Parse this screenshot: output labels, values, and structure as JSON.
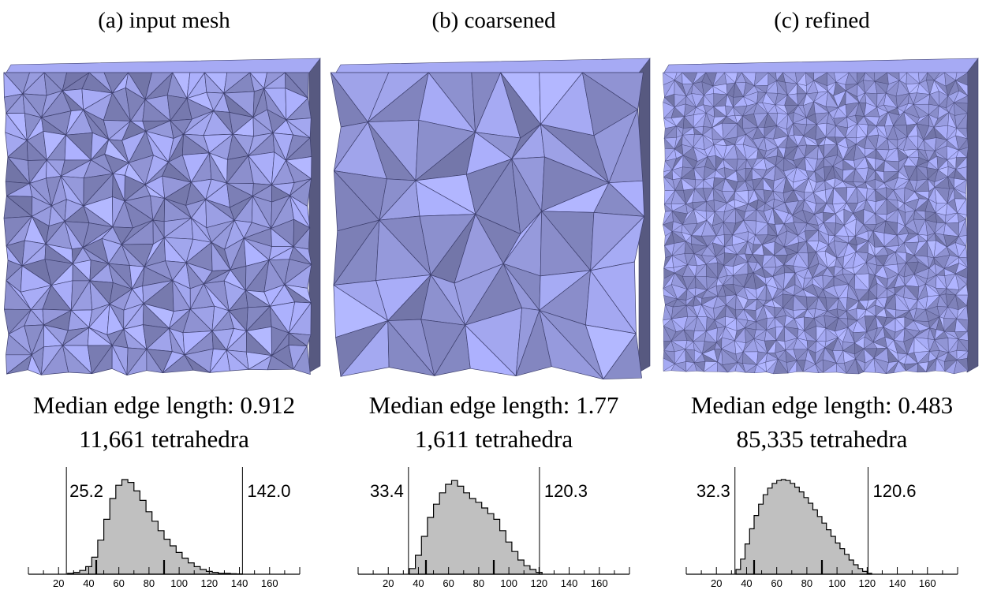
{
  "panels": [
    {
      "title": "(a) input mesh",
      "caption_edge": "Median edge length: 0.912",
      "caption_count": "11,661 tetrahedra",
      "mesh_density": "medium",
      "histogram": {
        "min_angle_label": "25.2",
        "max_angle_label": "142.0",
        "min_angle": 25.2,
        "max_angle": 142.0,
        "bins": [
          [
            26,
            0.01
          ],
          [
            30,
            0.02
          ],
          [
            34,
            0.04
          ],
          [
            38,
            0.08
          ],
          [
            42,
            0.18
          ],
          [
            46,
            0.36
          ],
          [
            50,
            0.58
          ],
          [
            54,
            0.8
          ],
          [
            58,
            0.94
          ],
          [
            62,
            1.0
          ],
          [
            66,
            0.97
          ],
          [
            70,
            0.88
          ],
          [
            74,
            0.78
          ],
          [
            78,
            0.66
          ],
          [
            82,
            0.56
          ],
          [
            86,
            0.46
          ],
          [
            90,
            0.37
          ],
          [
            94,
            0.3
          ],
          [
            98,
            0.23
          ],
          [
            102,
            0.17
          ],
          [
            106,
            0.12
          ],
          [
            110,
            0.08
          ],
          [
            114,
            0.05
          ],
          [
            118,
            0.03
          ],
          [
            122,
            0.02
          ],
          [
            126,
            0.01
          ],
          [
            130,
            0.01
          ],
          [
            134,
            0.005
          ],
          [
            138,
            0.003
          ]
        ]
      }
    },
    {
      "title": "(b) coarsened",
      "caption_edge": "Median edge length: 1.77",
      "caption_count": "1,611 tetrahedra",
      "mesh_density": "coarse",
      "histogram": {
        "min_angle_label": "33.4",
        "max_angle_label": "120.3",
        "min_angle": 33.4,
        "max_angle": 120.3,
        "bins": [
          [
            34,
            0.06
          ],
          [
            38,
            0.2
          ],
          [
            42,
            0.4
          ],
          [
            46,
            0.6
          ],
          [
            50,
            0.74
          ],
          [
            54,
            0.86
          ],
          [
            58,
            0.95
          ],
          [
            62,
            0.99
          ],
          [
            66,
            0.93
          ],
          [
            70,
            0.86
          ],
          [
            74,
            0.8
          ],
          [
            78,
            0.76
          ],
          [
            82,
            0.7
          ],
          [
            86,
            0.64
          ],
          [
            90,
            0.58
          ],
          [
            94,
            0.46
          ],
          [
            98,
            0.34
          ],
          [
            102,
            0.24
          ],
          [
            106,
            0.15
          ],
          [
            110,
            0.09
          ],
          [
            114,
            0.05
          ],
          [
            118,
            0.02
          ]
        ]
      }
    },
    {
      "title": "(c) refined",
      "caption_edge": "Median edge length: 0.483",
      "caption_count": "85,335 tetrahedra",
      "mesh_density": "fine",
      "histogram": {
        "min_angle_label": "32.3",
        "max_angle_label": "120.6",
        "min_angle": 32.3,
        "max_angle": 120.6,
        "bins": [
          [
            33,
            0.05
          ],
          [
            36,
            0.16
          ],
          [
            39,
            0.32
          ],
          [
            42,
            0.48
          ],
          [
            45,
            0.62
          ],
          [
            48,
            0.74
          ],
          [
            51,
            0.84
          ],
          [
            54,
            0.91
          ],
          [
            57,
            0.96
          ],
          [
            60,
            0.99
          ],
          [
            63,
            1.0
          ],
          [
            66,
            0.99
          ],
          [
            69,
            0.96
          ],
          [
            72,
            0.92
          ],
          [
            75,
            0.87
          ],
          [
            78,
            0.81
          ],
          [
            81,
            0.75
          ],
          [
            84,
            0.68
          ],
          [
            87,
            0.61
          ],
          [
            90,
            0.54
          ],
          [
            93,
            0.47
          ],
          [
            96,
            0.4
          ],
          [
            99,
            0.33
          ],
          [
            102,
            0.27
          ],
          [
            105,
            0.21
          ],
          [
            108,
            0.15
          ],
          [
            111,
            0.1
          ],
          [
            114,
            0.06
          ],
          [
            117,
            0.03
          ],
          [
            120,
            0.01
          ]
        ]
      }
    }
  ],
  "axis": {
    "ticks": [
      "20",
      "40",
      "60",
      "80",
      "100",
      "120",
      "140",
      "160"
    ],
    "tick_values": [
      20,
      40,
      60,
      80,
      100,
      120,
      140,
      160
    ],
    "range": [
      0,
      180
    ]
  },
  "colors": {
    "mesh_face": "#9ea2e8",
    "mesh_edge": "#3d3f6e",
    "hist_fill": "#c0c0c0"
  }
}
